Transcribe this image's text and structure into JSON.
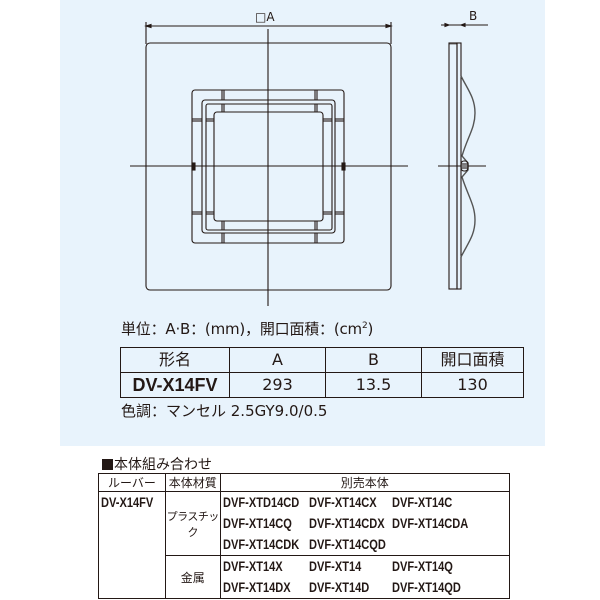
{
  "drawing": {
    "front_view_dimension_label": "□A",
    "side_view_dimension_label": "B"
  },
  "units_note": {
    "prefix": "単位：A·B：(mm)，開口面積：(cm",
    "superscript": "2",
    "suffix": ")"
  },
  "spec_table": {
    "headers": [
      "形名",
      "A",
      "B",
      "開口面積"
    ],
    "rows": [
      {
        "model": "DV-X14FV",
        "A": "293",
        "B": "13.5",
        "opening_area": "130"
      }
    ]
  },
  "color_note": "色調：マンセル 2.5GY9.0/0.5",
  "combination": {
    "title": "本体組み合わせ",
    "headers": [
      "ルーバー",
      "本体材質",
      "別売本体"
    ],
    "louver": "DV-X14FV",
    "groups": [
      {
        "material": "プラスチック",
        "rows": [
          [
            "DVF-XTD14CD",
            "DVF-XT14CX",
            "DVF-XT14C"
          ],
          [
            "DVF-XT14CQ",
            "DVF-XT14CDX",
            "DVF-XT14CDA"
          ],
          [
            "DVF-XT14CDK",
            "DVF-XT14CQD",
            ""
          ]
        ]
      },
      {
        "material": "金属",
        "rows": [
          [
            "DVF-XT14X",
            "DVF-XT14",
            "DVF-XT14Q"
          ],
          [
            "DVF-XT14DX",
            "DVF-XT14D",
            "DVF-XT14QD"
          ]
        ]
      }
    ]
  },
  "colors": {
    "panel_background": "#e8f3fc",
    "line": "#231815"
  }
}
